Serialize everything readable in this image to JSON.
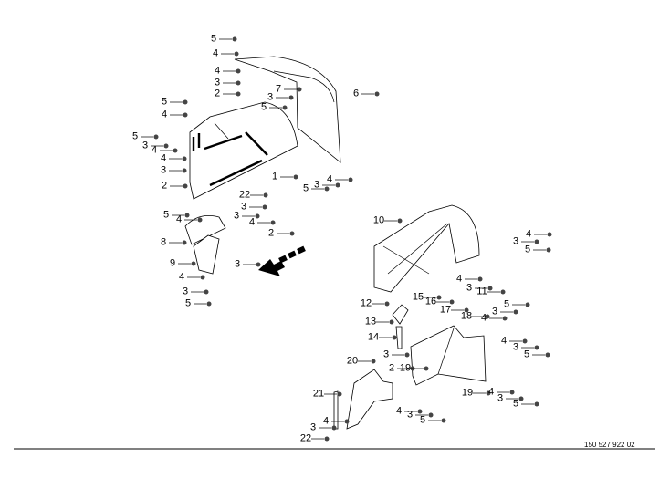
{
  "callouts": [
    "5",
    "4",
    "4",
    "3",
    "2",
    "5",
    "4",
    "5",
    "3",
    "4",
    "4",
    "3",
    "2",
    "7",
    "3",
    "5",
    "6",
    "1",
    "5",
    "3",
    "4",
    "22",
    "3",
    "5",
    "4",
    "3",
    "4",
    "2",
    "8",
    "9",
    "3",
    "4",
    "3",
    "5",
    "10",
    "4",
    "3",
    "5",
    "4",
    "3",
    "11",
    "12",
    "15",
    "16",
    "17",
    "13",
    "14",
    "18",
    "4",
    "3",
    "5",
    "4",
    "3",
    "5",
    "3",
    "2",
    "19",
    "20",
    "4",
    "3",
    "5",
    "19",
    "4",
    "3",
    "5",
    "21",
    "4",
    "3",
    "22"
  ],
  "drawing_number": "150 527 922 02"
}
